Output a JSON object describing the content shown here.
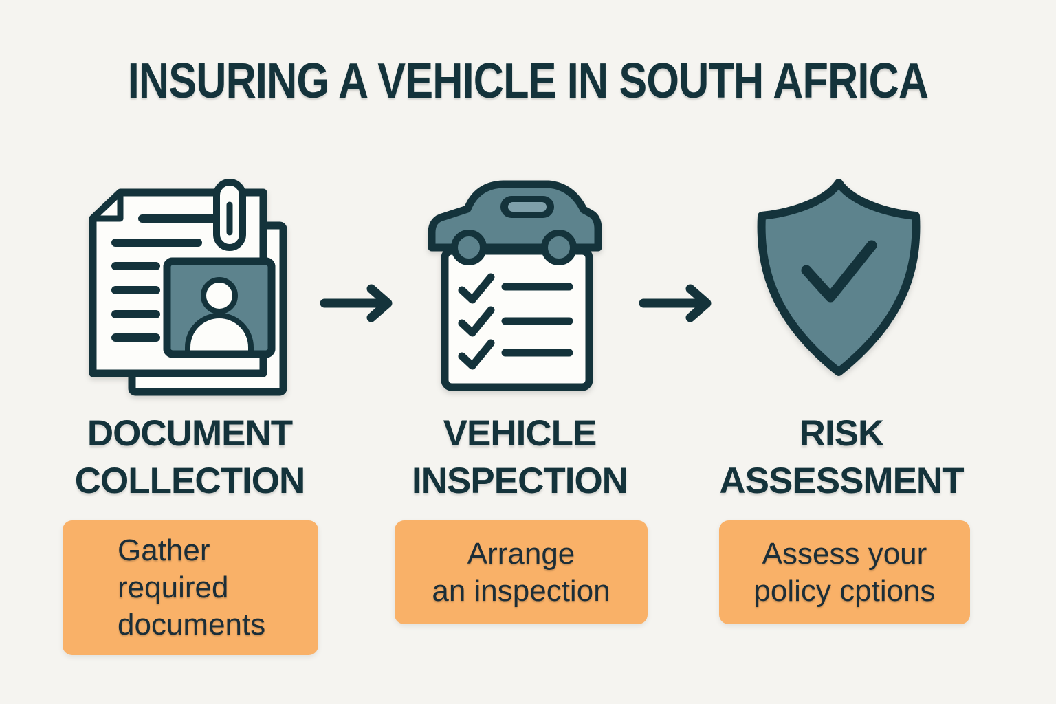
{
  "title": "INSURING A VEHICLE IN SOUTH AFRICA",
  "steps": [
    {
      "heading_lines": [
        "DOCUMENT",
        "COLLECTION"
      ],
      "description_lines": [
        "Gather",
        "required",
        "documents"
      ],
      "icon": "documents-id-card-icon"
    },
    {
      "heading_lines": [
        "VEHICLE",
        "INSPECTION"
      ],
      "description_lines": [
        "Arrange",
        "an inspection"
      ],
      "icon": "car-checklist-icon"
    },
    {
      "heading_lines": [
        "RISK",
        "ASSESSMENT"
      ],
      "description_lines": [
        "Assess your",
        "policy cptions"
      ],
      "icon": "shield-check-icon"
    }
  ],
  "icons": {
    "step1": "documents-id-card-icon",
    "step2": "car-checklist-icon",
    "step3": "shield-check-icon",
    "connector": "arrow-right-icon"
  },
  "colors": {
    "background": "#f5f4f0",
    "ink": "#14333b",
    "icon_fill": "#5d838d",
    "card_bg": "#f9b168"
  }
}
